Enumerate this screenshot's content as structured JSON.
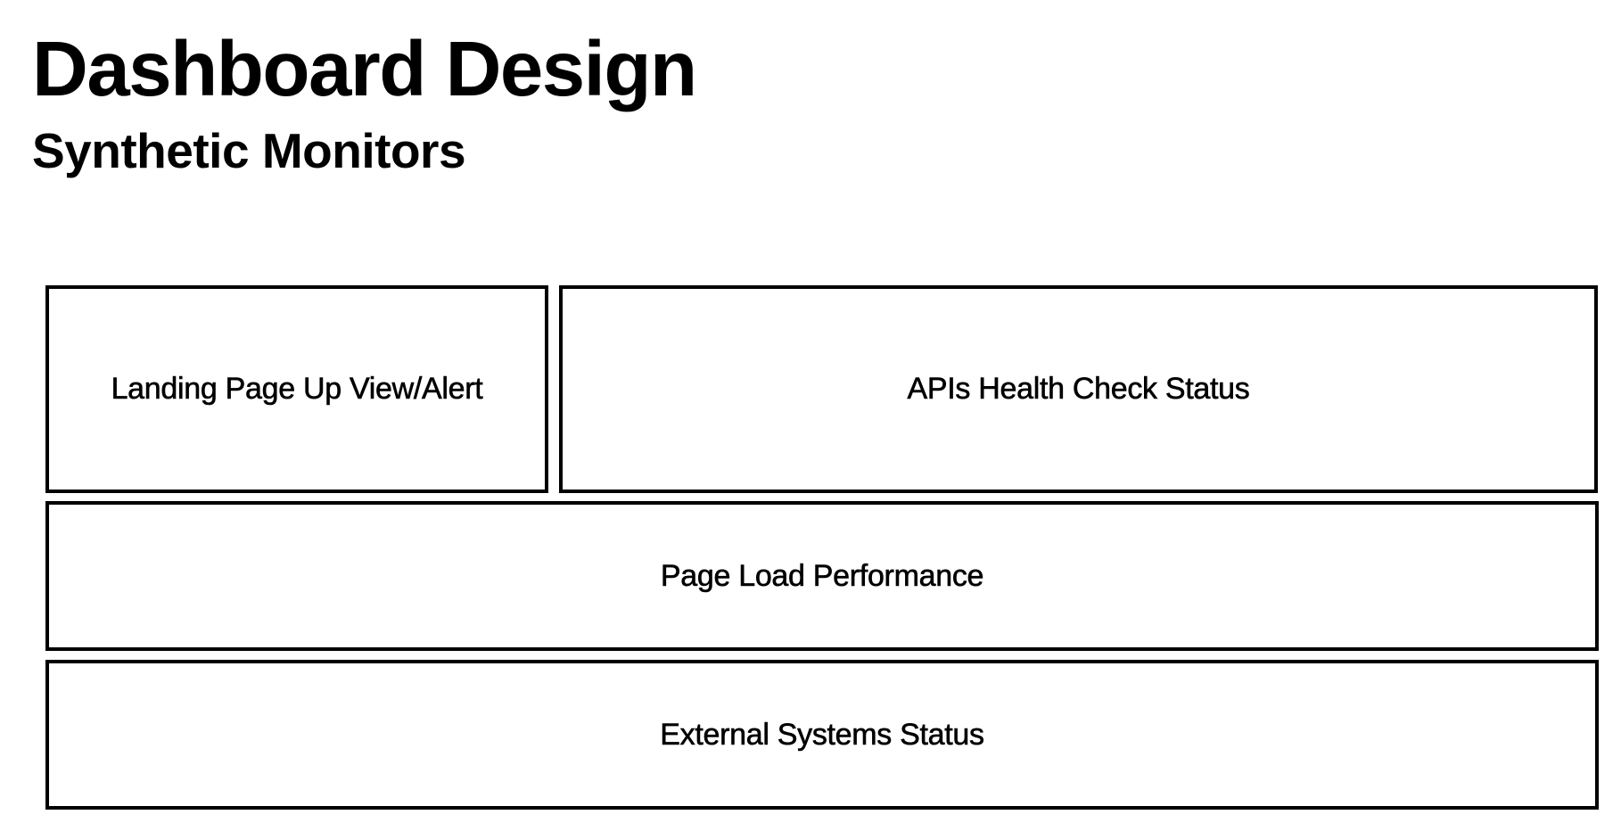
{
  "header": {
    "title": "Dashboard Design",
    "subtitle": "Synthetic Monitors"
  },
  "panels": [
    {
      "label": "Landing Page Up View/Alert"
    },
    {
      "label": "APIs Health Check Status"
    },
    {
      "label": "Page Load Performance"
    },
    {
      "label": "External Systems Status"
    }
  ]
}
